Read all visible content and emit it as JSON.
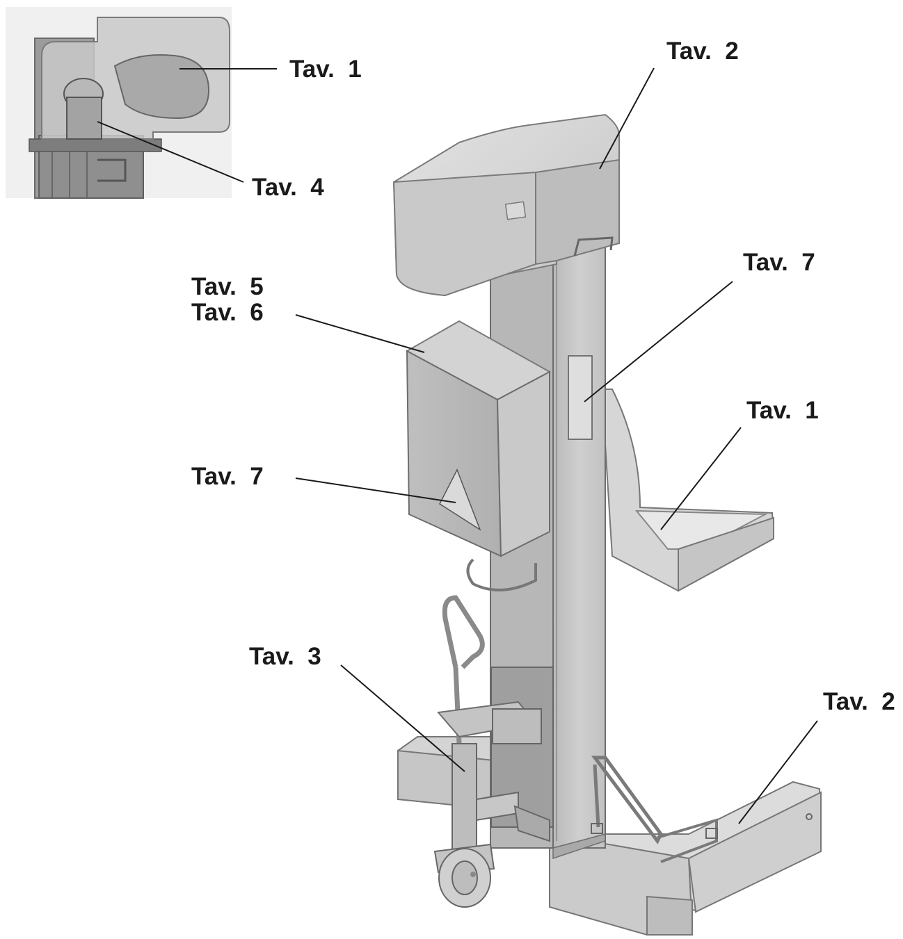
{
  "callouts": {
    "inset_tav1": "Tav.  1",
    "inset_tav4": "Tav.  4",
    "top_tav2": "Tav.  2",
    "upper_tav7": "Tav.  7",
    "tav5": "Tav.  5",
    "tav6": "Tav.  6",
    "right_tav1": "Tav.  1",
    "left_tav7": "Tav.  7",
    "tav3": "Tav.  3",
    "bottom_tav2": "Tav.  2"
  },
  "colors": {
    "body_light": "#d7d7d7",
    "body_mid": "#bdbdbd",
    "body_dark": "#9a9a9a",
    "outline": "#6d6d6d",
    "label_text": "#1a1a1a",
    "leader_line": "#1a1a1a"
  }
}
